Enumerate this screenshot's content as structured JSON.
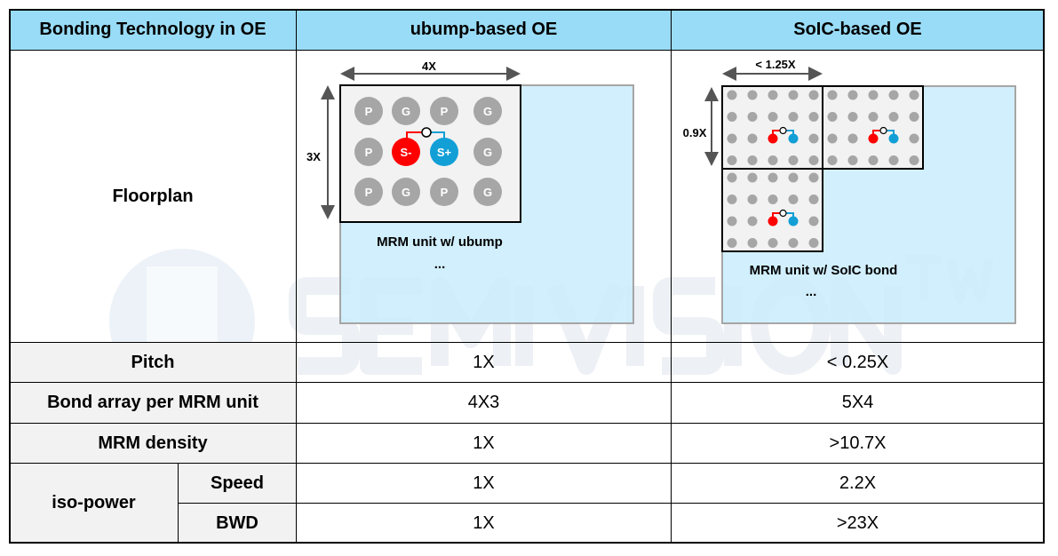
{
  "table": {
    "headers": [
      "Bonding Technology in OE",
      "ubump-based OE",
      "SoIC-based OE"
    ],
    "rows": {
      "floorplan": "Floorplan",
      "pitch": {
        "label": "Pitch",
        "ubump": "1X",
        "soic": "< 0.25X"
      },
      "bond_array": {
        "label": "Bond array per MRM unit",
        "ubump": "4X3",
        "soic": "5X4"
      },
      "mrm_density": {
        "label": "MRM density",
        "ubump": "1X",
        "soic": ">10.7X"
      },
      "iso_power": {
        "label": "iso-power",
        "speed": {
          "label": "Speed",
          "ubump": "1X",
          "soic": "2.2X"
        },
        "bwd": {
          "label": "BWD",
          "ubump": "1X",
          "soic": ">23X"
        }
      }
    }
  },
  "ubump_diagram": {
    "width_label": "4X",
    "height_label": "3X",
    "bumps": [
      [
        "P",
        "G",
        "P",
        "G"
      ],
      [
        "P",
        "S-",
        "S+",
        "G"
      ],
      [
        "P",
        "G",
        "P",
        "G"
      ]
    ],
    "caption": "MRM unit w/ ubump",
    "ellipsis": "..."
  },
  "soic_diagram": {
    "width_label": "< 1.25X",
    "height_label": "0.9X",
    "bond_cols": 5,
    "bond_rows": 4,
    "units_shown": 3,
    "caption": "MRM unit w/ SoIC bond",
    "ellipsis": "..."
  },
  "colors": {
    "header": "#99dcf7",
    "label_bg": "#f2f2f2",
    "die": "#c9ecfb",
    "bump": "#a6a6a6",
    "s_minus": "#ff0000",
    "s_plus": "#119fd6"
  },
  "watermark": {
    "text": "SEMI VISION",
    "sup": "TW"
  }
}
